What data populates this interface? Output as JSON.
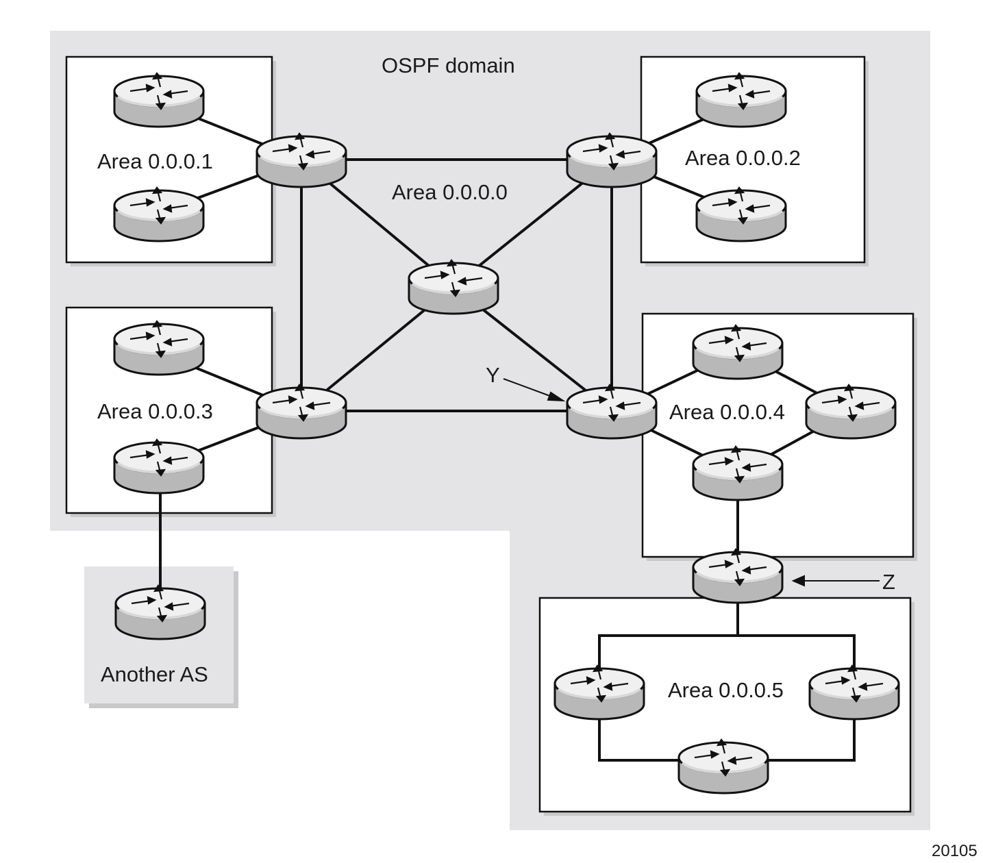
{
  "diagram": {
    "domain_label": "OSPF domain",
    "another_as_label": "Another AS",
    "figure_id": "20105",
    "areas": [
      {
        "id": "area1",
        "label": "Area 0.0.0.1"
      },
      {
        "id": "area2",
        "label": "Area 0.0.0.2"
      },
      {
        "id": "area0",
        "label": "Area 0.0.0.0"
      },
      {
        "id": "area3",
        "label": "Area 0.0.0.3"
      },
      {
        "id": "area4",
        "label": "Area 0.0.0.4"
      },
      {
        "id": "area5",
        "label": "Area 0.0.0.5"
      }
    ],
    "callouts": {
      "y": "Y",
      "z": "Z"
    },
    "router_icon": "router-icon",
    "colors": {
      "domain_fill": "#e4e4e6",
      "router_body": "#b8b8b8",
      "router_top": "#eeeeee",
      "line": "#111111"
    }
  }
}
